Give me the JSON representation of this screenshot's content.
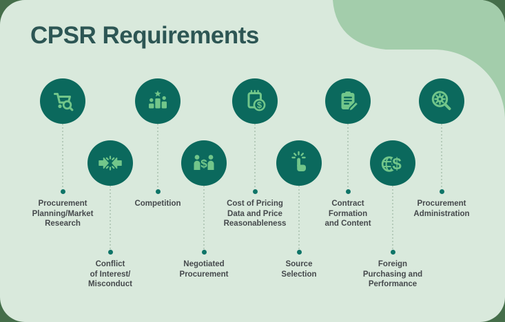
{
  "title": "CPSR Requirements",
  "colors": {
    "outer_background": "#456e4a",
    "card_background": "#d9e9dc",
    "corner_decoration": "#a3cdab",
    "icon_circle": "#0b695d",
    "icon_glyph": "#72c68a",
    "connector_dot_line": "#b4cab9",
    "connector_end_dot": "#0f7568",
    "label_text": "#45494c",
    "title_text": "#2d5654"
  },
  "items": [
    {
      "label": "Procurement\nPlanning/Market\nResearch",
      "icon": "cart-search-icon",
      "row": "top"
    },
    {
      "label": "Conflict\nof Interest/\nMisconduct",
      "icon": "converging-arrows-icon",
      "row": "bottom"
    },
    {
      "label": "Competition",
      "icon": "competition-podium-icon",
      "row": "top"
    },
    {
      "label": "Negotiated\nProcurement",
      "icon": "people-dollar-icon",
      "row": "bottom"
    },
    {
      "label": "Cost of Pricing\nData and Price\nReasonableness",
      "icon": "notepad-dollar-icon",
      "row": "top"
    },
    {
      "label": "Source\nSelection",
      "icon": "tap-selection-icon",
      "row": "bottom"
    },
    {
      "label": "Contract\nFormation\nand Content",
      "icon": "clipboard-pencil-icon",
      "row": "top"
    },
    {
      "label": "Foreign\nPurchasing and\nPerformance",
      "icon": "globe-dollar-icon",
      "row": "bottom"
    },
    {
      "label": "Procurement\nAdministration",
      "icon": "search-gear-icon",
      "row": "top"
    }
  ]
}
